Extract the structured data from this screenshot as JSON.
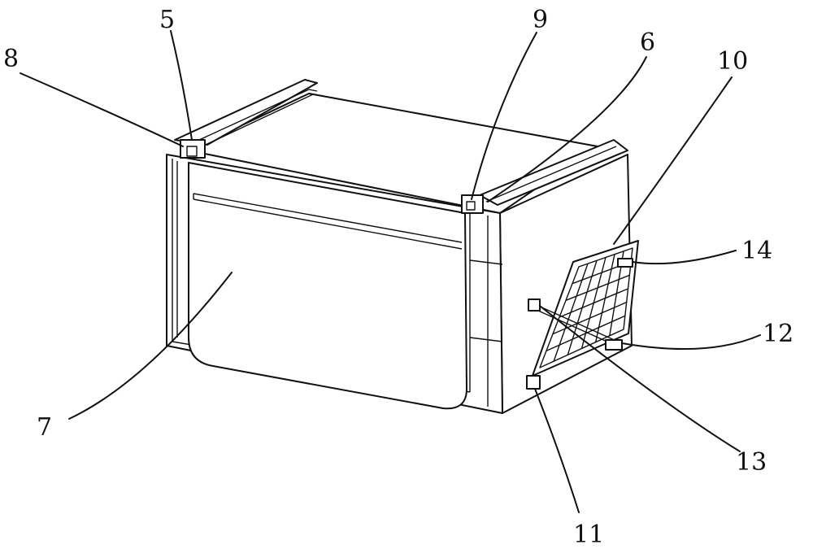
{
  "figure": {
    "labels": [
      {
        "id": "5",
        "text": "5"
      },
      {
        "id": "6",
        "text": "6"
      },
      {
        "id": "7",
        "text": "7"
      },
      {
        "id": "8",
        "text": "8"
      },
      {
        "id": "9",
        "text": "9"
      },
      {
        "id": "10",
        "text": "10"
      },
      {
        "id": "11",
        "text": "11"
      },
      {
        "id": "12",
        "text": "12"
      },
      {
        "id": "13",
        "text": "13"
      },
      {
        "id": "14",
        "text": "14"
      }
    ]
  }
}
